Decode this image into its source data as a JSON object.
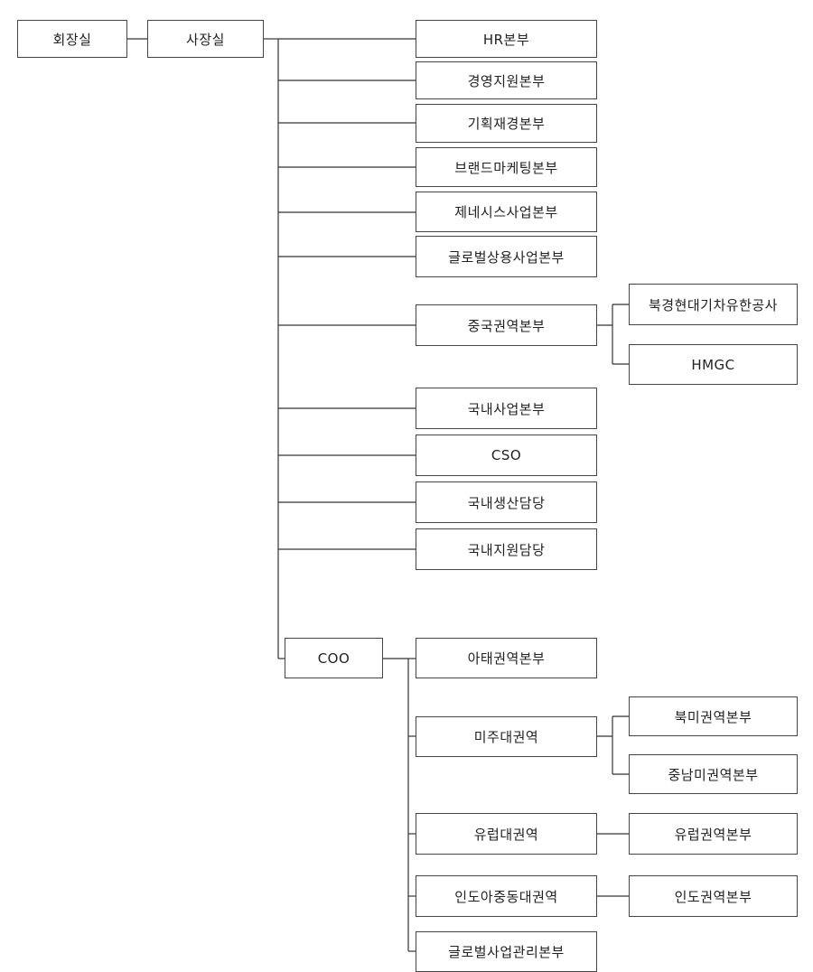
{
  "org": {
    "chairman": "회장실",
    "president": "사장실",
    "hq": [
      "HR본부",
      "경영지원본부",
      "기획재경본부",
      "브랜드마케팅본부",
      "제네시스사업본부",
      "글로벌상용사업본부",
      "중국권역본부",
      "국내사업본부",
      "CSO",
      "국내생산담당",
      "국내지원담당"
    ],
    "china_sub": [
      "북경현대기차유한공사",
      "HMGC"
    ],
    "coo": "COO",
    "coo_units": [
      "아태권역본부",
      "미주대권역",
      "유럽대권역",
      "인도아중동대권역",
      "글로벌사업관리본부"
    ],
    "americas_sub": [
      "북미권역본부",
      "중남미권역본부"
    ],
    "europe_sub": "유럽권역본부",
    "india_sub": "인도권역본부"
  }
}
